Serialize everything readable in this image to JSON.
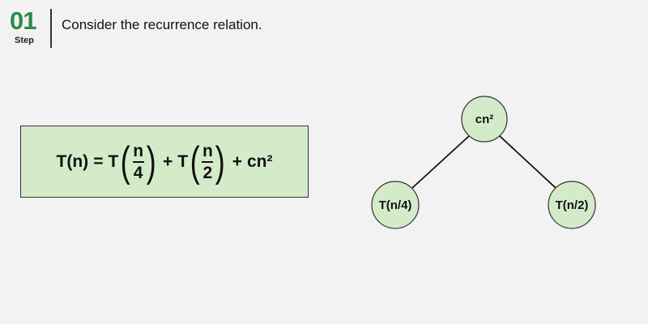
{
  "step": {
    "number": "01",
    "label": "Step",
    "title": "Consider the recurrence relation."
  },
  "equation": {
    "lhs": "T(n)",
    "equals": "=",
    "term1_fn": "T",
    "term1_num": "n",
    "term1_den": "4",
    "plus1": "+",
    "term2_fn": "T",
    "term2_num": "n",
    "term2_den": "2",
    "plus2": "+",
    "term3": "cn²",
    "lparen": "(",
    "rparen": ")"
  },
  "tree": {
    "root": "cn²",
    "left": "T(n/4)",
    "right": "T(n/2)"
  },
  "colors": {
    "accent": "#2e8b47",
    "box_fill": "#d4ebc9",
    "node_fill": "#d4ebc9"
  }
}
